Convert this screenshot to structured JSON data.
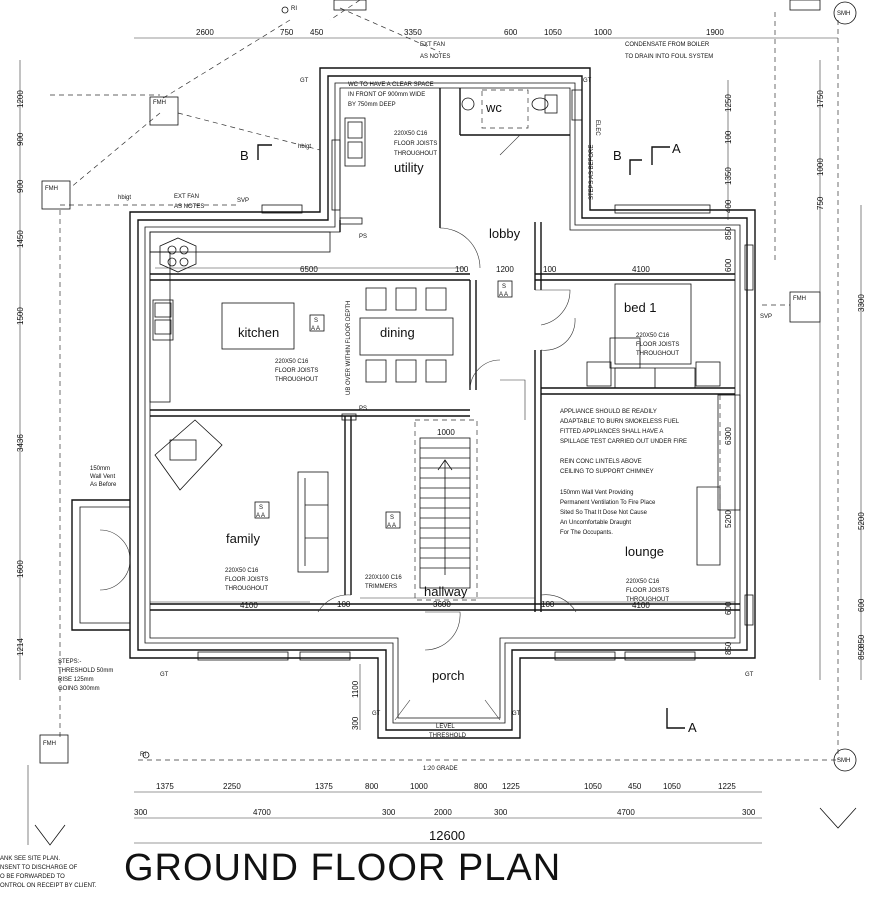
{
  "rooms": {
    "utility": "utility",
    "wc": "wc",
    "lobby": "lobby",
    "kitchen": "kitchen",
    "dining": "dining",
    "bed1": "bed 1",
    "family": "family",
    "lounge": "lounge",
    "hallway": "hallway",
    "porch": "porch"
  },
  "title": "GROUND FLOOR PLAN",
  "section_markers": {
    "b_left": "B",
    "b_right": "B",
    "a_top": "A",
    "a_bottom": "A"
  },
  "labels": {
    "fmh": "FMH",
    "smh": "SMH",
    "gt": "GT",
    "ri": "RI",
    "svp": "SVP",
    "ps": "PS",
    "hbigt": "hbigt",
    "sa": "S",
    "aa": "A A",
    "grade": "1:20 GRADE",
    "level": "LEVEL",
    "threshold": "THRESHOLD",
    "steps_before": "STEPS AS BEFORE",
    "condensate": "CONDENSATE FROM BOILER TO DRAIN INTO FOUL SYSTEM",
    "ext_fan_top": "EXT FAN AS NOTES",
    "ext_fan_left": "EXT FAN AS NOTES",
    "elec": "ELEC",
    "ub_over": "UB OVER WITHIN FLOOR DEPTH"
  },
  "notes": {
    "wc_clear": [
      "WC TO HAVE A CLEAR SPACE",
      "IN FRONT OF 900mm WIDE",
      "BY 750mm DEEP"
    ],
    "joists_utility": [
      "220X50 C16",
      "FLOOR JOISTS",
      "THROUGHOUT"
    ],
    "joists_kitchen": [
      "220X50 C16",
      "FLOOR JOISTS",
      "THROUGHOUT"
    ],
    "joists_bed": [
      "220X50 C16",
      "FLOOR JOISTS",
      "THROUGHOUT"
    ],
    "joists_family": [
      "220X50 C16",
      "FLOOR JOISTS",
      "THROUGHOUT"
    ],
    "joists_lounge": [
      "220X50 C16",
      "FLOOR JOISTS",
      "THROUGHOUT"
    ],
    "trimmers": [
      "220X100 C16",
      "TRIMMERS"
    ],
    "appliance": [
      "APPLIANCE SHOULD BE READILY",
      "ADAPTABLE TO BURN SMOKELESS FUEL",
      "FITTED APPLIANCES SHALL HAVE A",
      "SPILLAGE TEST CARRIED OUT UNDER FIRE"
    ],
    "lintels": [
      "REIN CONC LINTELS ABOVE",
      "CEILING TO SUPPORT CHIMNEY"
    ],
    "wall_vent_lounge": [
      "150mm Wall Vent Providing",
      "Permanent Ventilation To Fire Place",
      "Sited So That It Dose Not Cause",
      "An Uncomfortable Draught",
      "For The Occupants."
    ],
    "wall_vent_family": [
      "150mm",
      "Wall Vent",
      "As Before"
    ],
    "steps": [
      "STEPS:-",
      "THRESHOLD 50mm",
      "RISE 125mm",
      "GOING 300mm"
    ],
    "bottom_left": [
      "ANK SEE SITE PLAN.",
      "NSENT TO DISCHARGE OF",
      "O BE FORWARDED TO",
      "ONTROL ON RECEIPT BY CLIENT."
    ]
  },
  "dimensions": {
    "top": [
      "2600",
      "750",
      "450",
      "3350",
      "600",
      "1050",
      "1000",
      "1900"
    ],
    "left": [
      "1200",
      "900",
      "900",
      "1450",
      "1500",
      "3436",
      "1600",
      "1214"
    ],
    "right_inner": [
      "1250",
      "100",
      "1350",
      "400",
      "850",
      "600",
      "6300",
      "5200",
      "600",
      "850"
    ],
    "right_outer": [
      "1750",
      "1000",
      "750",
      "3300",
      "5200",
      "850",
      "600",
      "850"
    ],
    "interior": {
      "kitchen_width": "6500",
      "d100a": "100",
      "d1200": "1200",
      "d100b": "100",
      "bed_width": "4100",
      "stair": "1000",
      "family_width": "4100",
      "d100c": "100",
      "hall_width": "3600",
      "d100d": "100",
      "lounge_width": "4100",
      "porch_depth": "1100",
      "porch_300": "300"
    },
    "bottom1": [
      "1375",
      "2250",
      "1375",
      "800",
      "1000",
      "800",
      "1225",
      "1050",
      "450",
      "1050",
      "1225"
    ],
    "bottom2": [
      "300",
      "4700",
      "300",
      "2000",
      "300",
      "4700",
      "300"
    ],
    "overall": "12600"
  }
}
